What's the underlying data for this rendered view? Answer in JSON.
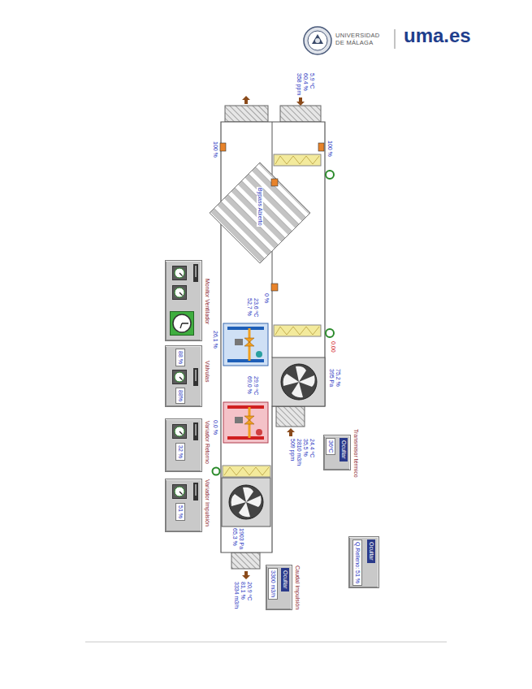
{
  "diagram": {
    "nodes": [
      {
        "text": [
          "Monitor Ventilador"
        ]
      },
      {
        "text": [
          "Válvulas",
          "88 %",
          "88%"
        ]
      },
      {
        "text": [
          "Variador Retorno",
          "32 %"
        ]
      },
      {
        "text": [
          "Variador Impulsión",
          "51 %"
        ]
      },
      {
        "text": [
          "Transmisor térmico",
          "Ocultar",
          "36ºC"
        ]
      },
      {
        "text": [
          "Caudal Impulsión",
          "Ocultar",
          "3300 m3/h"
        ]
      },
      {
        "text": [
          "Ocultar",
          "Q.Relleno: 51 %"
        ]
      }
    ],
    "labels": [
      "UNIVERSIDAD DE MÁLAGA",
      "uma.es",
      "5,9 ºC",
      "60,4 %",
      "358 ppm",
      "100 %",
      "100 %",
      "Bypass Abierto",
      "0 %",
      "23,6 ºC",
      "52,7 %",
      "26,1 %",
      "29,9 ºC",
      "69,0 %",
      "0,0 %",
      "75,2 %",
      "395 Pa",
      "0,00",
      "24,4 ºC",
      "35,5 %",
      "2810 m3/h",
      "509 ppm",
      "1903 Pa",
      "65,3 %",
      "20,9 ºC",
      "81,1 %",
      "3334 m3/h"
    ]
  }
}
